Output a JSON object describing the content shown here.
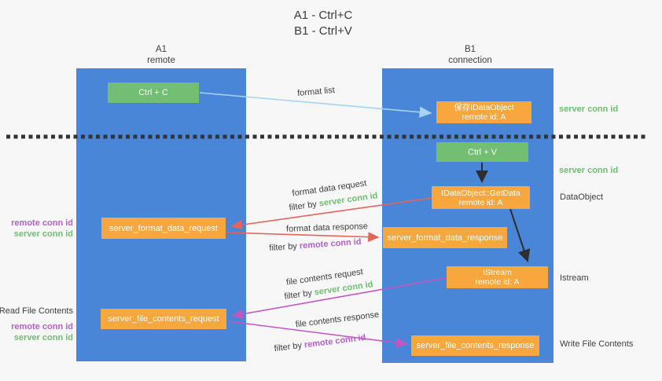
{
  "title": {
    "line1": "A1 - Ctrl+C",
    "line2": "B1 - Ctrl+V"
  },
  "lanes": {
    "left": {
      "name": "A1",
      "subtitle": "remote"
    },
    "right": {
      "name": "B1",
      "subtitle": "connection"
    }
  },
  "nodes": {
    "ctrl_c": {
      "label": "Ctrl + C"
    },
    "ctrl_v": {
      "label": "Ctrl + V"
    },
    "save_dataobject": {
      "line1": "保存IDataObject",
      "line2": "remote id: A"
    },
    "getdata": {
      "line1": "IDataObject::GetData",
      "line2": "remote id: A"
    },
    "istream": {
      "line1": "IStream",
      "line2": "remote id: A"
    },
    "server_format_data_request": {
      "label": "server_format_data_request"
    },
    "server_format_data_response": {
      "label": "server_format_data_response"
    },
    "server_file_contents_request": {
      "label": "server_file_contents_request"
    },
    "server_file_contents_response": {
      "label": "server_file_contents_response"
    }
  },
  "flow_labels": {
    "format_list": "format list",
    "format_data_request": "format data request",
    "format_data_response": "format data response",
    "file_contents_request": "file contents request",
    "file_contents_response": "file contents response",
    "filter_by": "filter by",
    "server_conn_id": "server conn id",
    "remote_conn_id": "remote conn id"
  },
  "annotations": {
    "right": {
      "server_conn_id_top": "server conn id",
      "server_conn_id_mid": "server conn id",
      "dataobject": "DataObject",
      "istream": "Istream",
      "write_file_contents": "Write File Contents"
    },
    "left": {
      "remote_conn_id_mid": "remote conn id",
      "server_conn_id_mid": "server conn id",
      "read_file_contents": "Read File Contents",
      "remote_conn_id_bottom": "remote conn id",
      "server_conn_id_bottom": "server conn id"
    }
  },
  "colors": {
    "lane_blue": "#4a86d8",
    "box_green": "#72bf73",
    "box_orange": "#f7a73e",
    "arrow_red": "#e56358",
    "arrow_magenta": "#c356c3",
    "arrow_light_blue": "#a6d3f2",
    "arrow_black": "#2e2e2e",
    "label_green": "#6dbf6e",
    "label_purple": "#b35fc9"
  }
}
